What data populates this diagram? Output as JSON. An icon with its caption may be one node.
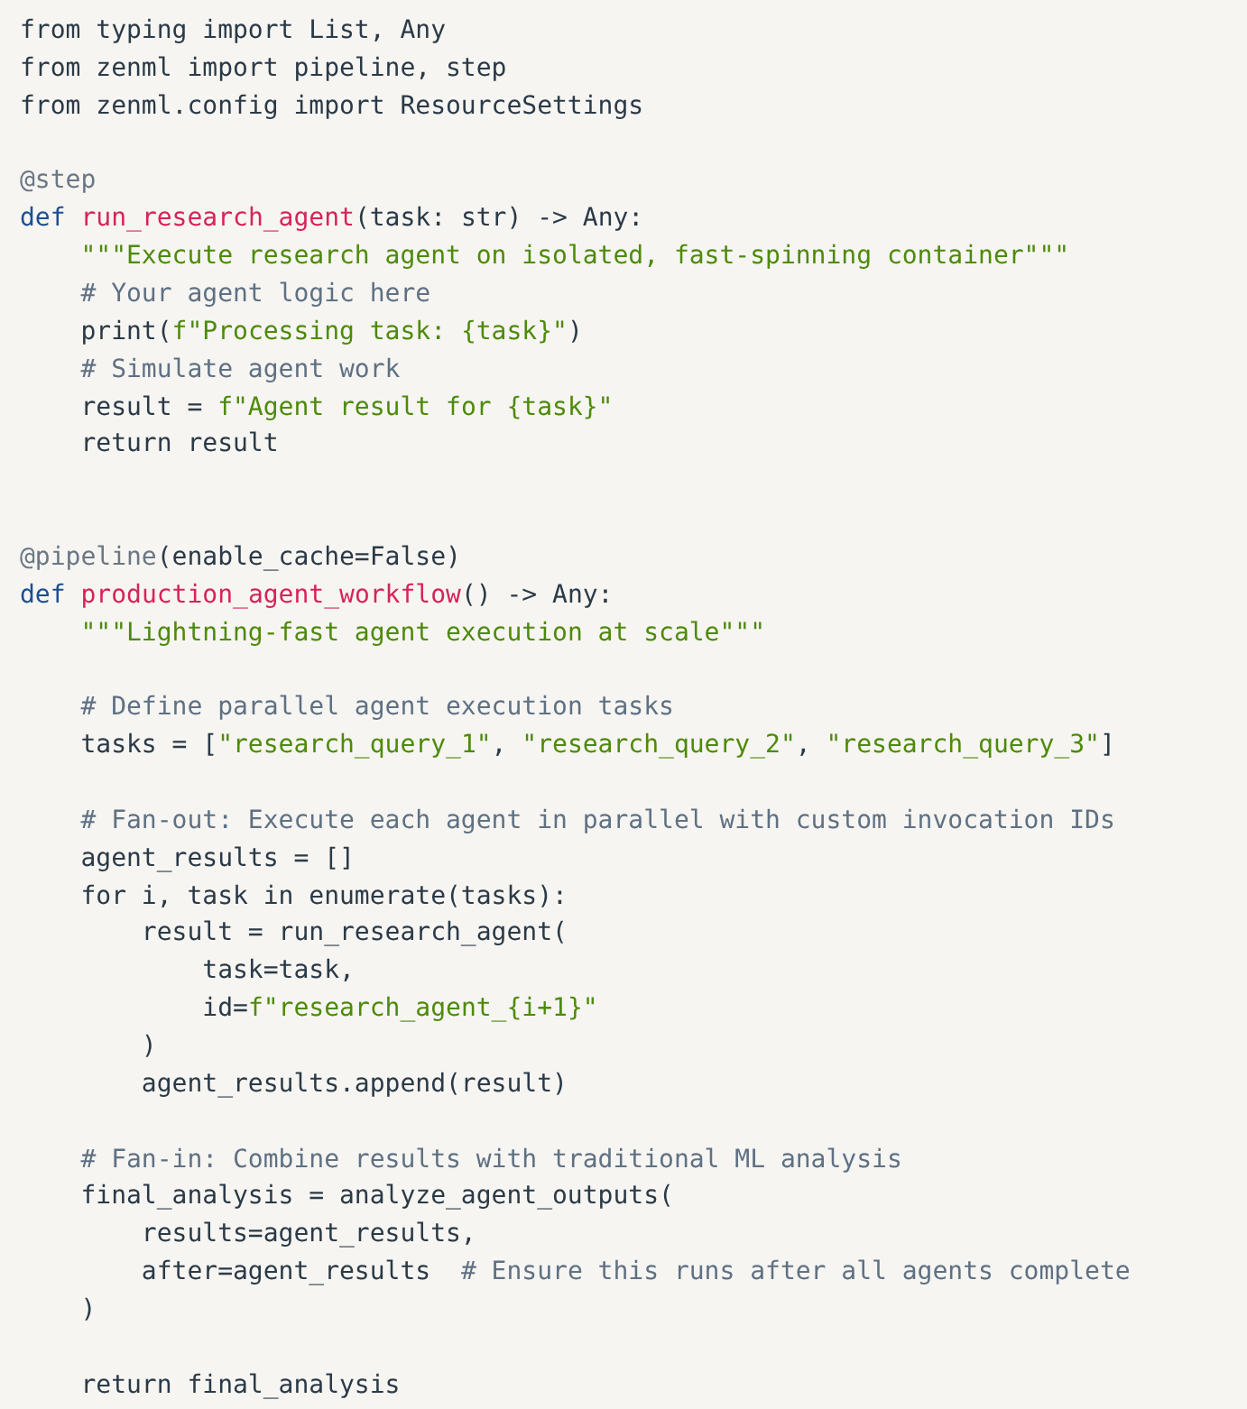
{
  "diagram": {
    "labels": [
      "from typing import List, Any",
      "from zenml import pipeline, step",
      "from zenml.config import ResourceSettings",
      "@step",
      "def run_research_agent(task: str) -> Any:",
      "    \"\"\"Execute research agent on isolated, fast-spinning container\"\"\"",
      "    # Your agent logic here",
      "    print(f\"Processing task: {task}\")",
      "    # Simulate agent work",
      "    result = f\"Agent result for {task}\"",
      "    return result",
      "@pipeline(enable_cache=False)",
      "def production_agent_workflow() -> Any:",
      "    \"\"\"Lightning-fast agent execution at scale\"\"\"",
      "    # Define parallel agent execution tasks",
      "    tasks = [\"research_query_1\", \"research_query_2\", \"research_query_3\"]",
      "    # Fan-out: Execute each agent in parallel with custom invocation IDs",
      "    agent_results = []",
      "    for i, task in enumerate(tasks):",
      "        result = run_research_agent(",
      "            task=task,",
      "            id=f\"research_agent_{i+1}\"",
      "        )",
      "        agent_results.append(result)",
      "    # Fan-in: Combine results with traditional ML analysis",
      "    final_analysis = analyze_agent_outputs(",
      "        results=agent_results,",
      "        after=agent_results  # Ensure this runs after all agents complete",
      "    )",
      "    return final_analysis"
    ]
  }
}
